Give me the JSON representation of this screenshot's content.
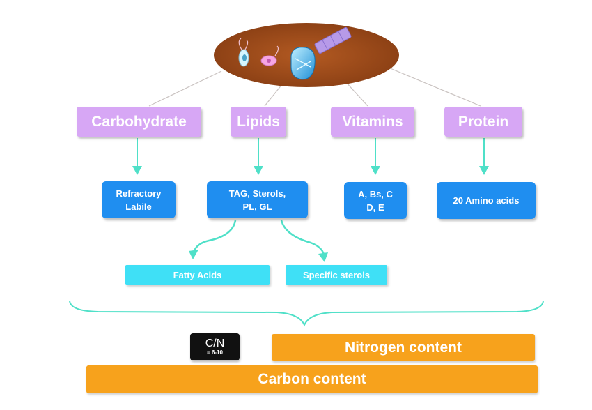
{
  "categories": [
    {
      "label": "Carbohydrate"
    },
    {
      "label": "Lipids"
    },
    {
      "label": "Vitamins"
    },
    {
      "label": "Protein"
    }
  ],
  "components": [
    {
      "label": "Refractory\nLabile"
    },
    {
      "label": "TAG, Sterols,\nPL, GL"
    },
    {
      "label": "A, Bs, C\nD, E"
    },
    {
      "label": "20 Amino  acids"
    }
  ],
  "lipid_products": [
    {
      "label": "Fatty Acids"
    },
    {
      "label": "Specific sterols"
    }
  ],
  "ratio": {
    "title": "C/N",
    "value": "= 6-10"
  },
  "nitrogen_bar": {
    "label": "Nitrogen content"
  },
  "carbon_bar": {
    "label": "Carbon content"
  },
  "icons": [
    "organisms-ellipse-icon",
    "flagellate-icon",
    "diatom-icon",
    "filament-icon",
    "arrow-icon",
    "brace-icon"
  ],
  "colors": {
    "ellipse": "#9a4a1a",
    "category_box": "#d7a7f5",
    "component_box": "#1f8ef0",
    "leaf_box": "#3fe0f6",
    "arrow": "#4fe0c8",
    "bar": "#f7a21c",
    "ratio_box": "#111111"
  }
}
